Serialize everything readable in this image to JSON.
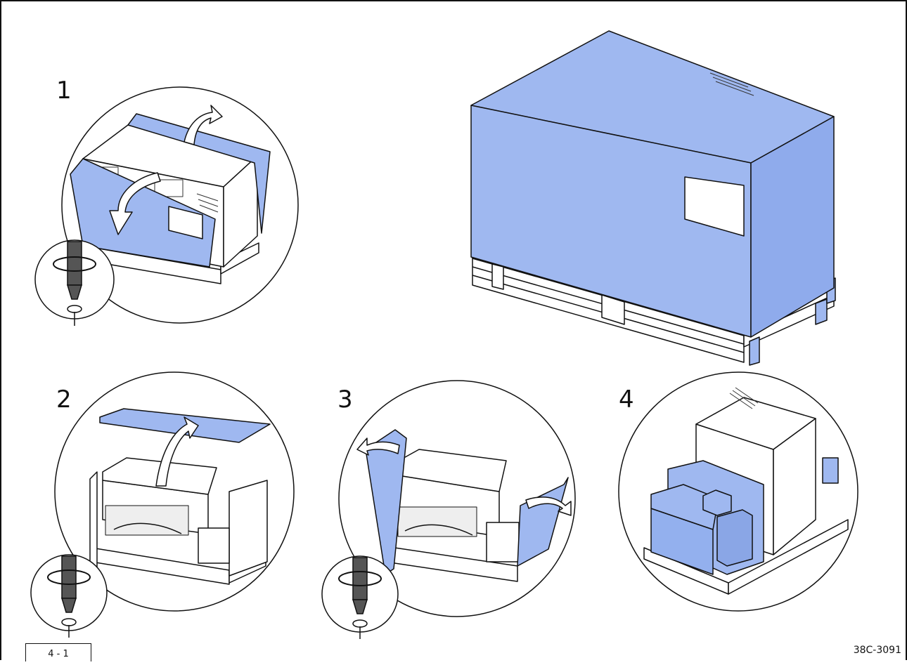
{
  "steps": [
    {
      "number": "1"
    },
    {
      "number": "2"
    },
    {
      "number": "3"
    },
    {
      "number": "4"
    }
  ],
  "figure_code": "38C-3091",
  "page_label": "4 - 1",
  "colors": {
    "panel_blue": "#9fb8f0",
    "panel_blue_dark": "#8aa6e6",
    "panel_blue_side": "#93b0ee",
    "line": "#111111",
    "background": "#ffffff"
  },
  "icons": [
    "screwdriver-icon",
    "rotation-arrow-icon",
    "screw-icon",
    "curved-arrow-icon"
  ]
}
